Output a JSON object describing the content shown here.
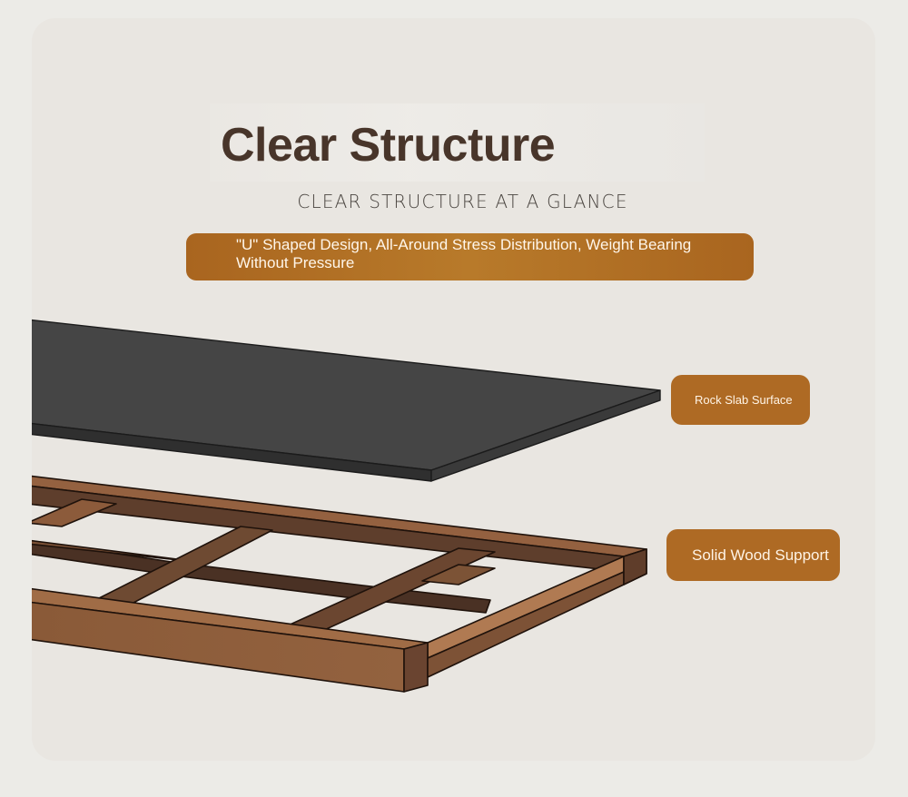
{
  "header": {
    "title": "Clear Structure",
    "subtitle": "CLEAR STRUCTURE AT A GLANCE"
  },
  "banner": {
    "text": "\"U\" Shaped Design, All-Around Stress Distribution, Weight Bearing Without Pressure"
  },
  "labels": {
    "slab": "Rock Slab Surface",
    "wood": "Solid Wood Support"
  },
  "colors": {
    "title": "#48352a",
    "accent": "#ae6a24",
    "slab": "#444444",
    "wood": "#8b5e3c",
    "background": "#e9e6e1"
  },
  "icons": {
    "slab": "rock-slab-icon",
    "frame": "wood-frame-icon"
  }
}
